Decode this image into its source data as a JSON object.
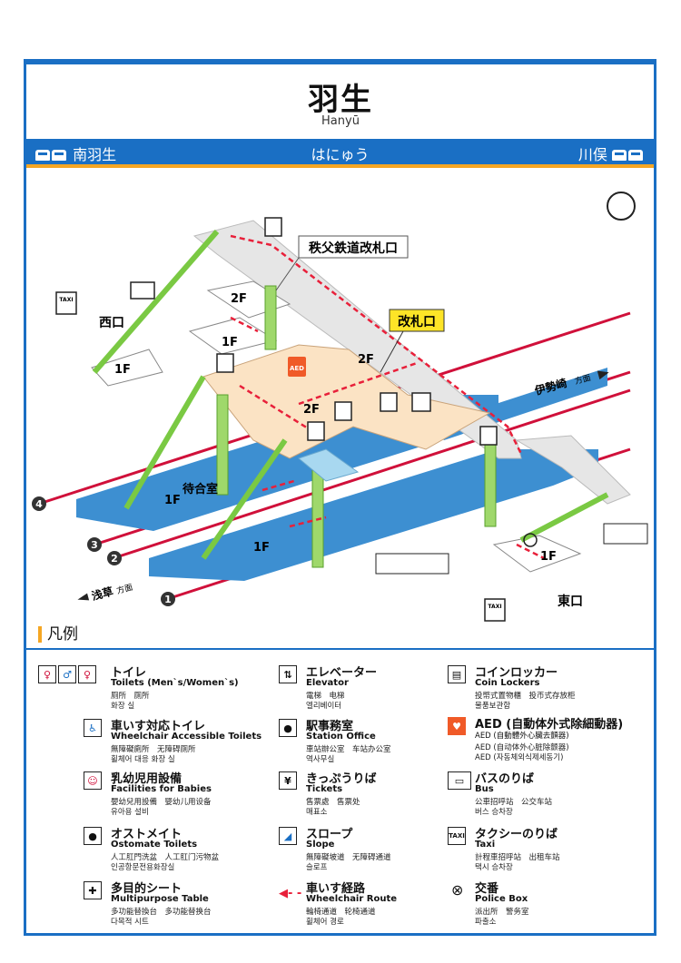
{
  "header": {
    "title": "羽生",
    "subtitle": "Hanyū"
  },
  "line_bar": {
    "center": "はにゅう",
    "left_station": "南羽生",
    "right_station": "川俣"
  },
  "map": {
    "chichibu_gate": "秩父鉄道改札口",
    "main_gate": "改札口",
    "west_exit": "西口",
    "east_exit": "東口",
    "waiting_room": "待合室",
    "floor_2f": "2F",
    "floor_1f": "1F",
    "direction_isesaki": "伊勢崎",
    "direction_asakusa": "浅草",
    "direction_suffix": "方面",
    "track_numbers": [
      "1",
      "2",
      "3",
      "4"
    ],
    "taxi_label": "TAXI",
    "aed_label": "AED"
  },
  "legend": {
    "title": "凡例",
    "items": [
      {
        "ja": "トイレ",
        "en": "Toilets (Men`s/Women`s)",
        "zh": "厕所　厕所",
        "ko": "화장 실"
      },
      {
        "ja": "車いす対応トイレ",
        "en": "Wheelchair Accessible Toilets",
        "zh": "無障礙廁所　无障碍厕所",
        "ko": "휠체어 대응 화장 실"
      },
      {
        "ja": "乳幼児用設備",
        "en": "Facilities for Babies",
        "zh": "嬰幼兒用設備　婴幼儿用设备",
        "ko": "유아용 설비"
      },
      {
        "ja": "オストメイト",
        "en": "Ostomate Toilets",
        "zh": "人工肛門洗盆　人工肛门污物盆",
        "ko": "인공항문전용화장실"
      },
      {
        "ja": "多目的シート",
        "en": "Multipurpose Table",
        "zh": "多功能替換台　多功能替换台",
        "ko": "다목적 시트"
      },
      {
        "ja": "エレベーター",
        "en": "Elevator",
        "zh": "電梯　电梯",
        "ko": "엘리베이터"
      },
      {
        "ja": "駅事務室",
        "en": "Station Office",
        "zh": "車站辦公室　车站办公室",
        "ko": "역사무실"
      },
      {
        "ja": "きっぷうりば",
        "en": "Tickets",
        "zh": "售票處　售票处",
        "ko": "매표소"
      },
      {
        "ja": "スロープ",
        "en": "Slope",
        "zh": "無障礙坡道　无障碍通道",
        "ko": "슬로프"
      },
      {
        "ja": "車いす経路",
        "en": "Wheelchair Route",
        "zh": "輪椅通道　轮椅通道",
        "ko": "휠체어 경로"
      },
      {
        "ja": "コインロッカー",
        "en": "Coin Lockers",
        "zh": "投幣式置物櫃　投币式存放柜",
        "ko": "물품보관함"
      },
      {
        "ja": "AED (自動体外式除細動器)",
        "en": "AED (自動體外心臟去顫器)",
        "zh": "AED (自动体外心脏除颤器)",
        "ko": "AED (자동체외식제세동기)"
      },
      {
        "ja": "バスのりば",
        "en": "Bus",
        "zh": "公車招呼站　公交车站",
        "ko": "버스 승차장"
      },
      {
        "ja": "タクシーのりば",
        "en": "Taxi",
        "zh": "計程車招呼站　出租车站",
        "ko": "택시 승차장"
      },
      {
        "ja": "交番",
        "en": "Police Box",
        "zh": "派出所　警务室",
        "ko": "파출소"
      }
    ]
  },
  "colors": {
    "brand_blue": "#1a6fc4",
    "accent_orange": "#f5a623",
    "track_red": "#d0103a",
    "platform_blue": "#3d8fd1",
    "concourse": "#fbe3c4",
    "stair_green": "#7ac943",
    "route_red": "#e8203a"
  }
}
